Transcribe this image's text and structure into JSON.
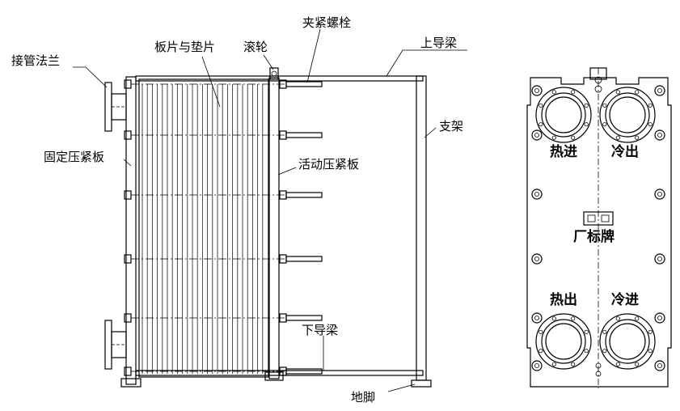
{
  "labels": {
    "flange": "接管法兰",
    "plates_gaskets": "板片与垫片",
    "roller": "滚轮",
    "clamp_bolt": "夹紧螺栓",
    "upper_guide": "上导梁",
    "support": "支架",
    "fixed_plate": "固定压紧板",
    "movable_plate": "活动压紧板",
    "lower_guide": "下导梁",
    "foot": "地脚",
    "hot_in": "热进",
    "cold_out": "冷出",
    "nameplate": "厂标牌",
    "hot_out": "热出",
    "cold_in": "冷进"
  }
}
